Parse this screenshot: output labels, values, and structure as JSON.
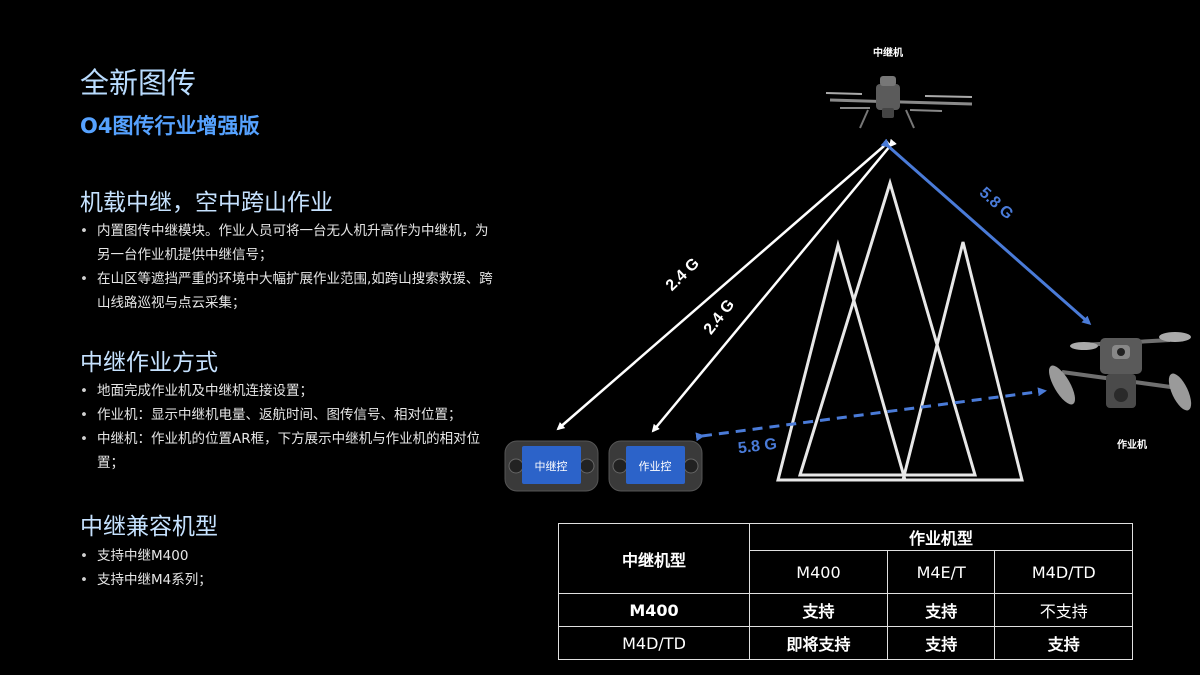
{
  "title": "全新图传",
  "subtitle": "O4图传行业增强版",
  "sections": [
    {
      "heading": "机载中继，空中跨山作业",
      "bullets": [
        "内置图传中继模块。作业人员可将一台无人机升高作为中继机，为另一台作业机提供中继信号；",
        "在山区等遮挡严重的环境中大幅扩展作业范围,如跨山搜索救援、跨山线路巡视与点云采集；"
      ]
    },
    {
      "heading": "中继作业方式",
      "bullets": [
        "地面完成作业机及中继机连接设置；",
        "作业机：显示中继机电量、返航时间、图传信号、相对位置；",
        "中继机：作业机的位置AR框，下方展示中继机与作业机的相对位置；"
      ]
    },
    {
      "heading": "中继兼容机型",
      "bullets": [
        "支持中继M400",
        "支持中继M4系列；"
      ]
    }
  ],
  "diagram": {
    "relay_drone_label": "中继机",
    "work_drone_label": "作业机",
    "relay_controller_label": "中继控",
    "work_controller_label": "作业控",
    "link_relay_controller": "2.4 G",
    "link_work_controller": "2.4 G",
    "link_relay_work": "5.8 G",
    "link_controller_work": "5.8 G",
    "white_color": "#ffffff",
    "blue_color": "#4a7bd8"
  },
  "table": {
    "row_header": "中继机型",
    "col_group_header": "作业机型",
    "columns": [
      "M400",
      "M4E/T",
      "M4D/TD"
    ],
    "rows": [
      {
        "model": "M400",
        "cells": [
          "支持",
          "支持",
          "不支持"
        ],
        "highlight": [
          true,
          true,
          false
        ]
      },
      {
        "model": "M4D/TD",
        "cells": [
          "即将支持",
          "支持",
          "支持"
        ],
        "highlight": [
          true,
          true,
          true
        ]
      }
    ]
  }
}
